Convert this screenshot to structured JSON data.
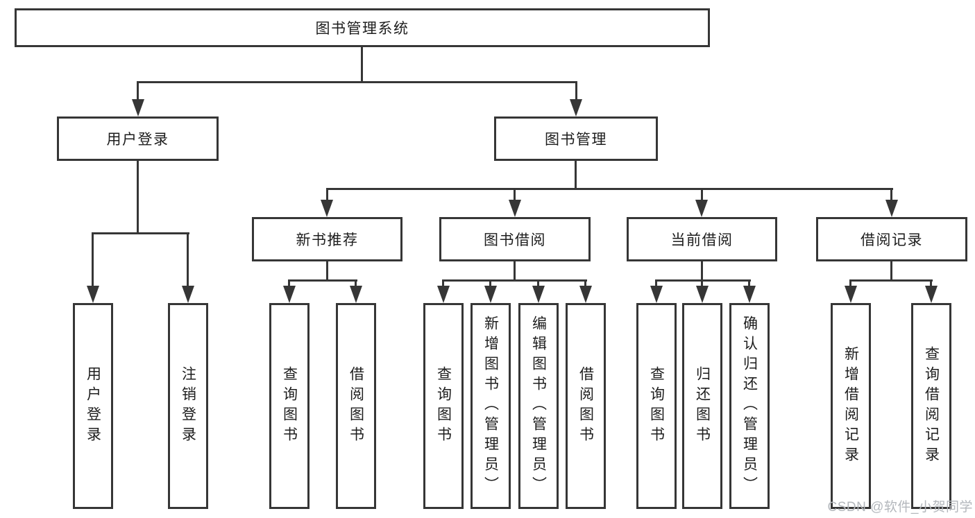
{
  "colors": {
    "line": "#363636",
    "text": "#1d1d1d",
    "watermark": "#b3b7bc",
    "background": "#ffffff"
  },
  "nodes": {
    "root": "图书管理系统",
    "branches": [
      {
        "label": "用户登录",
        "children": [
          "用户登录",
          "注销登录"
        ]
      },
      {
        "label": "图书管理"
      }
    ],
    "sections": [
      {
        "label": "新书推荐",
        "children": [
          "查询图书",
          "借阅图书"
        ]
      },
      {
        "label": "图书借阅",
        "children": [
          "查询图书",
          "新增图书（管理员）",
          "编辑图书（管理员）",
          "借阅图书"
        ]
      },
      {
        "label": "当前借阅",
        "children": [
          "查询图书",
          "归还图书",
          "确认归还（管理员）"
        ]
      },
      {
        "label": "借阅记录",
        "children": [
          "新增借阅记录",
          "查询借阅记录"
        ]
      }
    ]
  },
  "watermark": "CSDN @软件_小贺同学"
}
